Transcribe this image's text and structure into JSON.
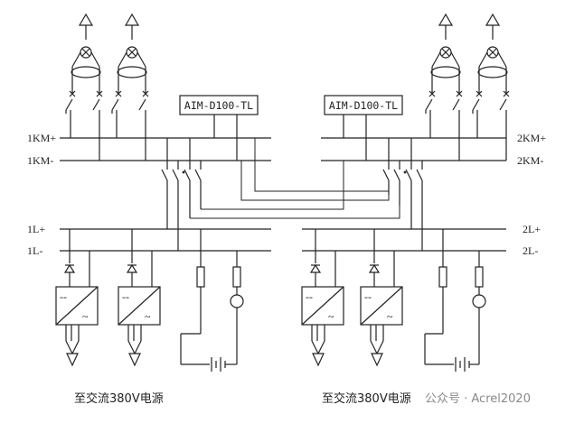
{
  "labels": {
    "bus_1km_pos": "1KM+",
    "bus_1km_neg": "1KM-",
    "bus_2km_pos": "2KM+",
    "bus_2km_neg": "2KM-",
    "bus_1l_pos": "1L+",
    "bus_1l_neg": "1L-",
    "bus_2l_pos": "2L+",
    "bus_2l_neg": "2L-",
    "monitor_left": "AIM-D100-TL",
    "monitor_right": "AIM-D100-TL",
    "caption_left": "至交流380V电源",
    "caption_right": "至交流380V电源",
    "watermark": "公众号 · Acrel2020",
    "converter_dc": "--",
    "converter_ac": "~"
  }
}
